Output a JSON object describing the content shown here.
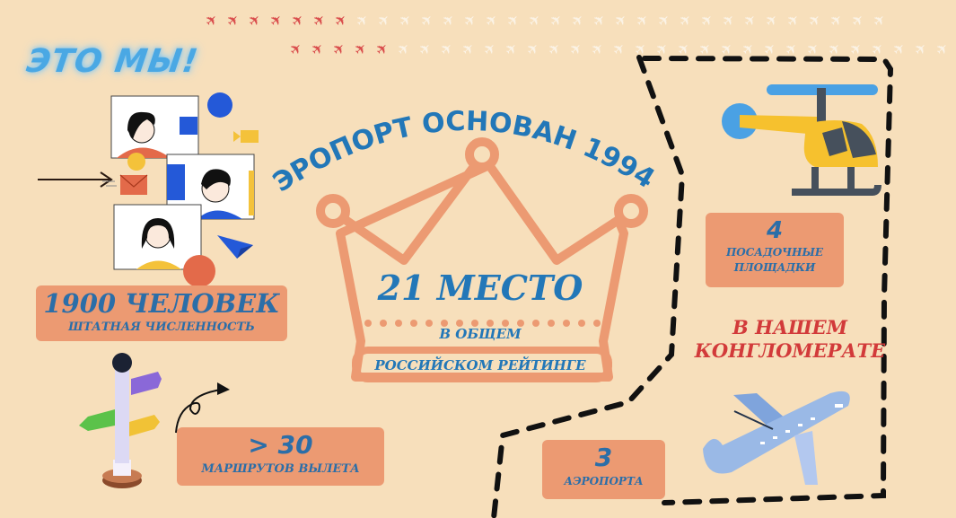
{
  "header": {
    "title": "ЭТО МЫ!",
    "plane_rows": [
      {
        "red": 7,
        "white": 25
      },
      {
        "red": 5,
        "white": 26
      }
    ],
    "plane_glyph": "✈"
  },
  "team_illustration": {
    "icon": "video-call-icon",
    "arrow": "→"
  },
  "staff_card": {
    "value": "1900 ЧЕЛОВЕК",
    "label": "ШТАТНАЯ ЧИСЛЕННОСТЬ"
  },
  "routes_card": {
    "value": "> 30",
    "label": "МАРШРУТОВ ВЫЛЕТА"
  },
  "founded_arc": {
    "text": "АЭРОПОРТ   ОСНОВАН   1994Г."
  },
  "crown": {
    "rank": "21 МЕСТО",
    "line1": "В ОБЩЕМ",
    "line2": "РОССИЙСКОМ РЕЙТИНГЕ"
  },
  "helipads_card": {
    "value": "4",
    "line1": "ПОСАДОЧНЫЕ",
    "line2": "ПЛОЩАДКИ"
  },
  "conglomerate": {
    "line1": "В НАШЕМ",
    "line2": "КОНГЛОМЕРАТЕ"
  },
  "airports_card": {
    "value": "3",
    "label": "АЭРОПОРТА"
  },
  "colors": {
    "background": "#f7dfbb",
    "card": "#ec9a72",
    "blue_text": "#2277b8",
    "red_text": "#d23a3a",
    "crown_stroke": "#ec9a72"
  }
}
